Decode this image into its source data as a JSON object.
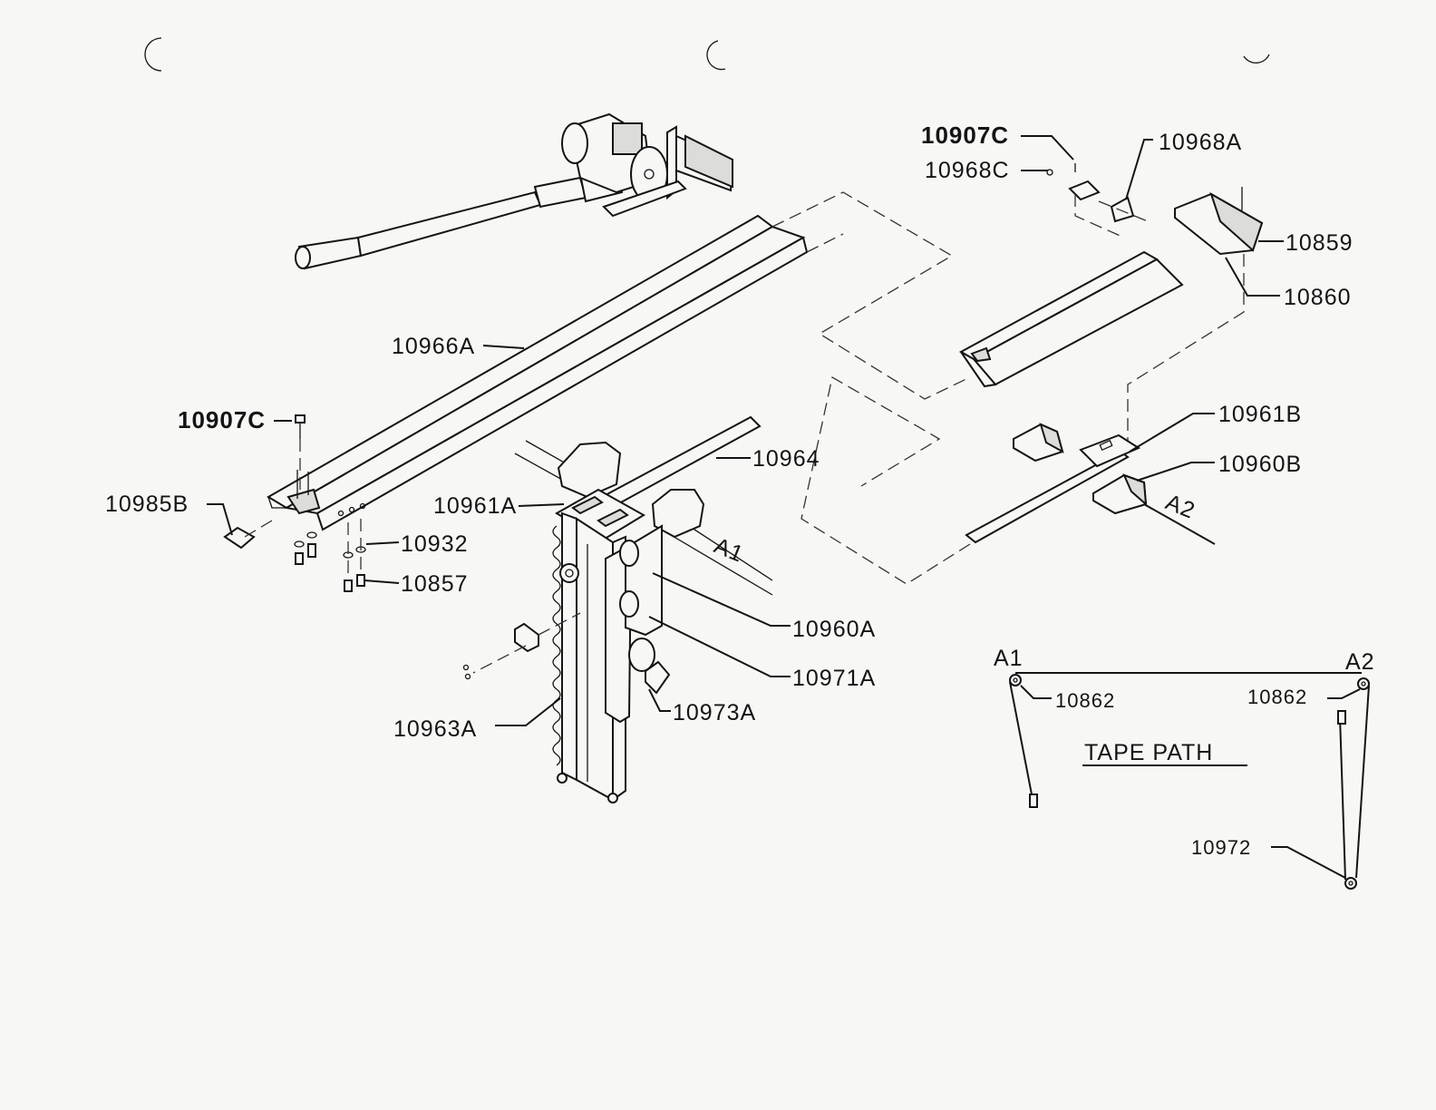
{
  "labels": {
    "l_10907c_top": "10907C",
    "l_10968a": "10968A",
    "l_10968c": "10968C",
    "l_10859": "10859",
    "l_10860": "10860",
    "l_10966a": "10966A",
    "l_10907c_left": "10907C",
    "l_10985b": "10985B",
    "l_10964": "10964",
    "l_10961a": "10961A",
    "l_10932": "10932",
    "l_10857": "10857",
    "l_a1_mid": "A1",
    "l_10960a": "10960A",
    "l_10971a": "10971A",
    "l_10963a": "10963A",
    "l_10973a": "10973A",
    "l_10961b": "10961B",
    "l_10960b": "10960B",
    "l_a2_mid": "A2"
  },
  "tape_path": {
    "title": "TAPE PATH",
    "a1": "A1",
    "a2": "A2",
    "pulley_left": "10862",
    "pulley_right": "10862",
    "bottom_pulley": "10972"
  }
}
